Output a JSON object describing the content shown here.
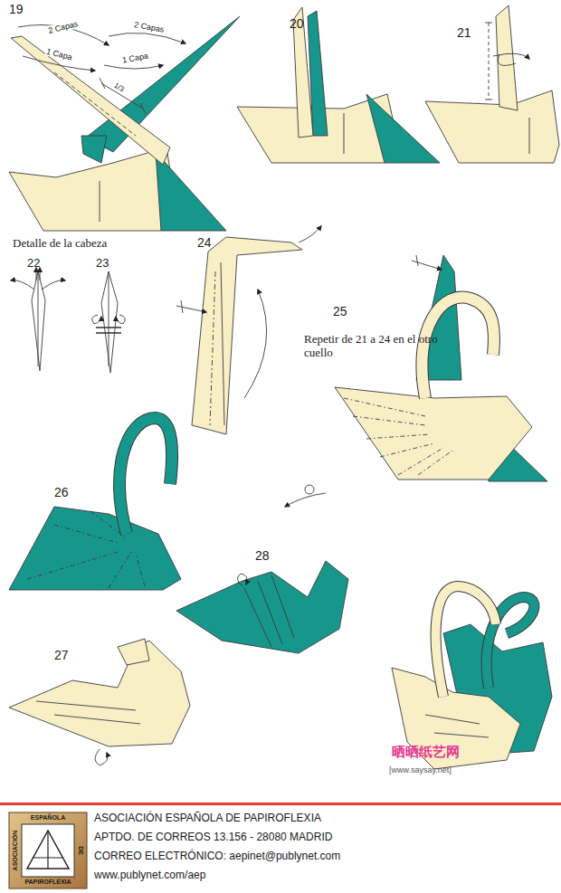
{
  "diagram": {
    "labels": [
      "19",
      "2 Capas",
      "1 Capa",
      "2 Capas",
      "1 Capa",
      "1/3",
      "20",
      "21",
      "Detalle de la cabeza",
      "22",
      "23",
      "24",
      "25",
      "Repetir de 21 a 24 en el otro cuello",
      "26",
      "27",
      "28",
      "晒晒纸艺网",
      "[www.saysay.net]",
      "ASOCIACIÓN ESPAÑOLA DE PAPIROFLEXIA",
      "APTDO. DE CORREOS 13.156 - 28080 MADRID",
      "CORREO ELECTRÓNICO: aepinet@publynet.com",
      "www.publynet.com/aep",
      "ESPAÑOLA",
      "ASOCIACIÓN",
      "DE",
      "PAPIROFLEXIA"
    ]
  }
}
